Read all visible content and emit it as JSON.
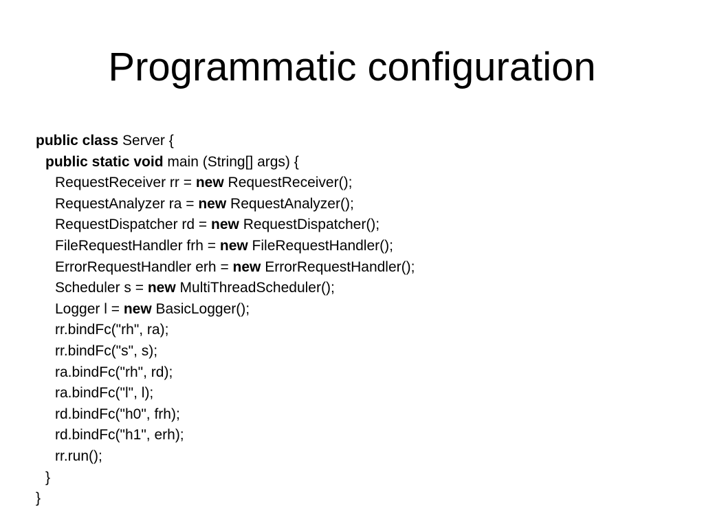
{
  "slide": {
    "title": "Programmatic configuration",
    "code_lines": [
      {
        "indent": 0,
        "parts": [
          {
            "t": "public class",
            "kw": true
          },
          {
            "t": " Server {",
            "kw": false
          }
        ]
      },
      {
        "indent": 1,
        "parts": [
          {
            "t": "public static void",
            "kw": true
          },
          {
            "t": " main (String[] args) {",
            "kw": false
          }
        ]
      },
      {
        "indent": 2,
        "parts": [
          {
            "t": "RequestReceiver rr = ",
            "kw": false
          },
          {
            "t": "new",
            "kw": true
          },
          {
            "t": " RequestReceiver();",
            "kw": false
          }
        ]
      },
      {
        "indent": 2,
        "parts": [
          {
            "t": "RequestAnalyzer ra = ",
            "kw": false
          },
          {
            "t": "new",
            "kw": true
          },
          {
            "t": " RequestAnalyzer();",
            "kw": false
          }
        ]
      },
      {
        "indent": 2,
        "parts": [
          {
            "t": "RequestDispatcher rd = ",
            "kw": false
          },
          {
            "t": "new",
            "kw": true
          },
          {
            "t": " RequestDispatcher();",
            "kw": false
          }
        ]
      },
      {
        "indent": 2,
        "parts": [
          {
            "t": "FileRequestHandler frh = ",
            "kw": false
          },
          {
            "t": "new",
            "kw": true
          },
          {
            "t": " FileRequestHandler();",
            "kw": false
          }
        ]
      },
      {
        "indent": 2,
        "parts": [
          {
            "t": "ErrorRequestHandler erh = ",
            "kw": false
          },
          {
            "t": "new",
            "kw": true
          },
          {
            "t": " ErrorRequestHandler();",
            "kw": false
          }
        ]
      },
      {
        "indent": 2,
        "parts": [
          {
            "t": "Scheduler s = ",
            "kw": false
          },
          {
            "t": "new",
            "kw": true
          },
          {
            "t": " MultiThreadScheduler();",
            "kw": false
          }
        ]
      },
      {
        "indent": 2,
        "parts": [
          {
            "t": "Logger l = ",
            "kw": false
          },
          {
            "t": "new",
            "kw": true
          },
          {
            "t": " BasicLogger();",
            "kw": false
          }
        ]
      },
      {
        "indent": 2,
        "parts": [
          {
            "t": "rr.bindFc(\"rh\", ra);",
            "kw": false
          }
        ]
      },
      {
        "indent": 2,
        "parts": [
          {
            "t": "rr.bindFc(\"s\", s);",
            "kw": false
          }
        ]
      },
      {
        "indent": 2,
        "parts": [
          {
            "t": "ra.bindFc(\"rh\", rd);",
            "kw": false
          }
        ]
      },
      {
        "indent": 2,
        "parts": [
          {
            "t": "ra.bindFc(\"l\", l);",
            "kw": false
          }
        ]
      },
      {
        "indent": 2,
        "parts": [
          {
            "t": "rd.bindFc(\"h0\", frh);",
            "kw": false
          }
        ]
      },
      {
        "indent": 2,
        "parts": [
          {
            "t": "rd.bindFc(\"h1\", erh);",
            "kw": false
          }
        ]
      },
      {
        "indent": 2,
        "parts": [
          {
            "t": "rr.run();",
            "kw": false
          }
        ]
      },
      {
        "indent": 1,
        "parts": [
          {
            "t": "}",
            "kw": false
          }
        ]
      },
      {
        "indent": 0,
        "parts": [
          {
            "t": "}",
            "kw": false
          }
        ]
      }
    ]
  }
}
